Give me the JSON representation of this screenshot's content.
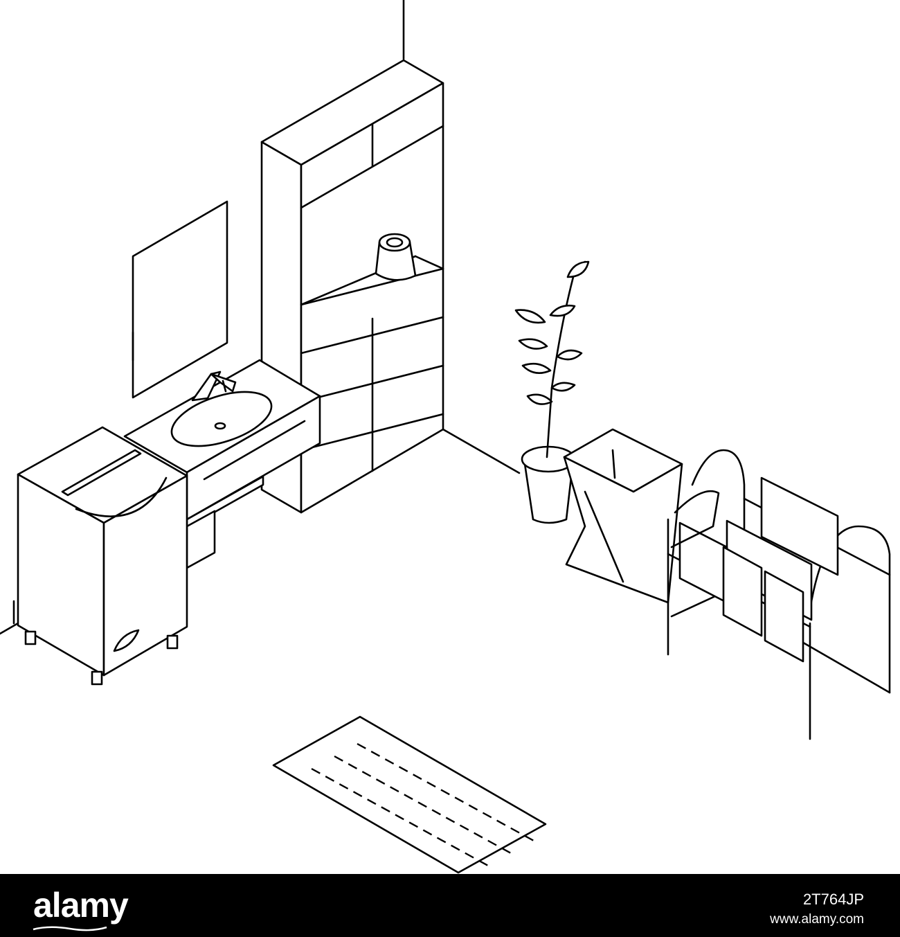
{
  "footer": {
    "brand": "alamy",
    "stock_id": "2T764JP",
    "credit": "www.alamy.com"
  },
  "colors": {
    "line": "#000000",
    "background": "#ffffff",
    "footer": "#000000",
    "footer_text": "#ffffff"
  }
}
